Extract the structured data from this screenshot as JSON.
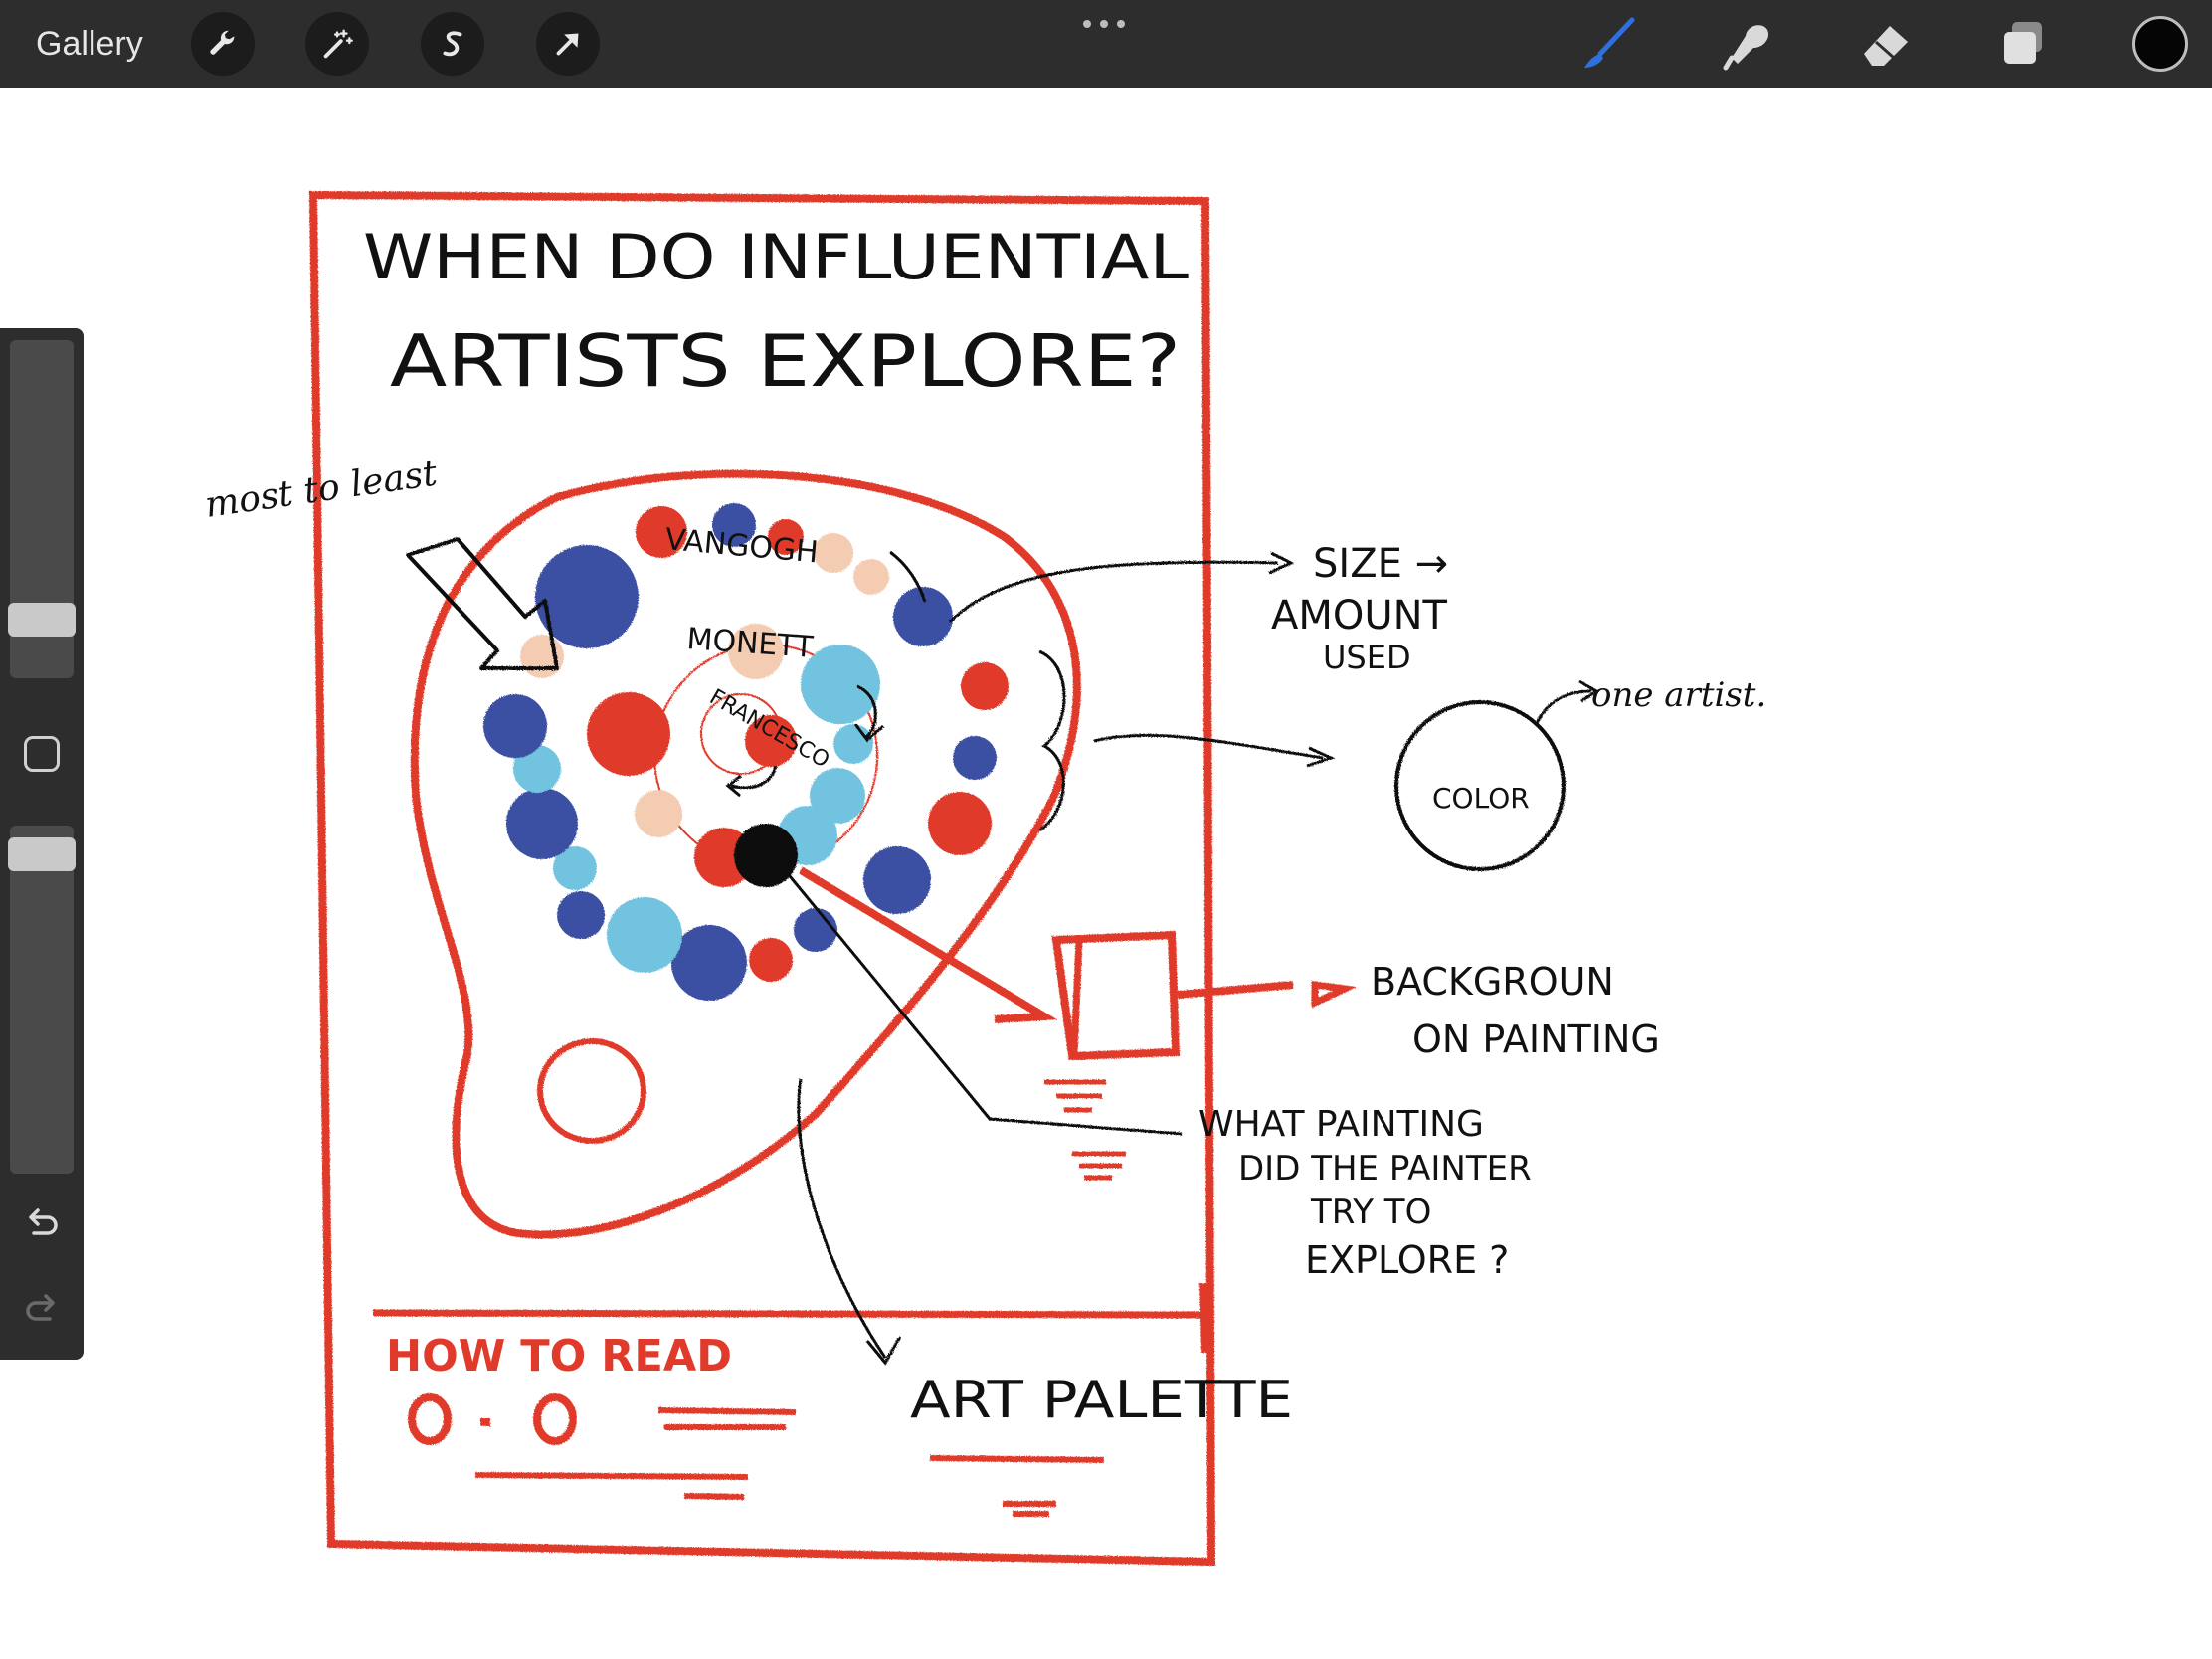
{
  "toolbar": {
    "gallery_label": "Gallery",
    "left_tools": [
      "wrench-icon",
      "magic-wand-icon",
      "selection-icon",
      "transform-arrow-icon"
    ],
    "right_tools": [
      "brush-icon",
      "smudge-icon",
      "eraser-icon",
      "layers-icon"
    ],
    "active_tool": "brush-icon",
    "accent_color": "#2f6fe0",
    "current_color": "#050505"
  },
  "sidebar": {
    "brush_size_level": 0.82,
    "opacity_level": 0.92
  },
  "sketch": {
    "title_line1": "WHEN DO INFLUENTIAL",
    "title_line2": "ARTISTS EXPLORE?",
    "label_most_to_least": "most to least",
    "label_vangogh": "VANGOGH",
    "label_monet": "MONETT",
    "label_francesco": "FRANCESCO",
    "label_size": "SIZE →",
    "label_amount": "AMOUNT",
    "label_used": "USED",
    "label_one_artist": "one artist.",
    "label_color": "COLOR",
    "label_background_1": "BACKGROUN",
    "label_background_2": "ON PAINTING",
    "label_what_1": "WHAT PAINTING",
    "label_what_2": "DID THE PAINTER",
    "label_what_3": "TRY TO",
    "label_what_4": "EXPLORE ?",
    "label_how_to_read": "HOW TO READ",
    "label_art_palette": "ART PALETTE",
    "red": "#e03a2a",
    "navy": "#3b4fa3",
    "light_blue": "#72c3e0",
    "peach": "#f3ccb2",
    "ink": "#111111"
  }
}
